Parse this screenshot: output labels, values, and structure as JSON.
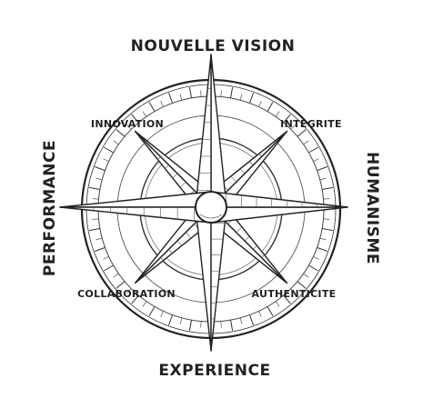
{
  "labels": {
    "north": "NOUVELLE VISION",
    "south": "EXPERIENCE",
    "west": "PERFORMANCE",
    "east": "HUMANISME",
    "northwest": "INNOVATION",
    "northeast": "INTEGRITE",
    "southwest": "COLLABORATION",
    "southeast": "AUTHENTICITE"
  },
  "colors": {
    "ink": "#222222",
    "light_ink": "#555555",
    "background": "#ffffff"
  }
}
